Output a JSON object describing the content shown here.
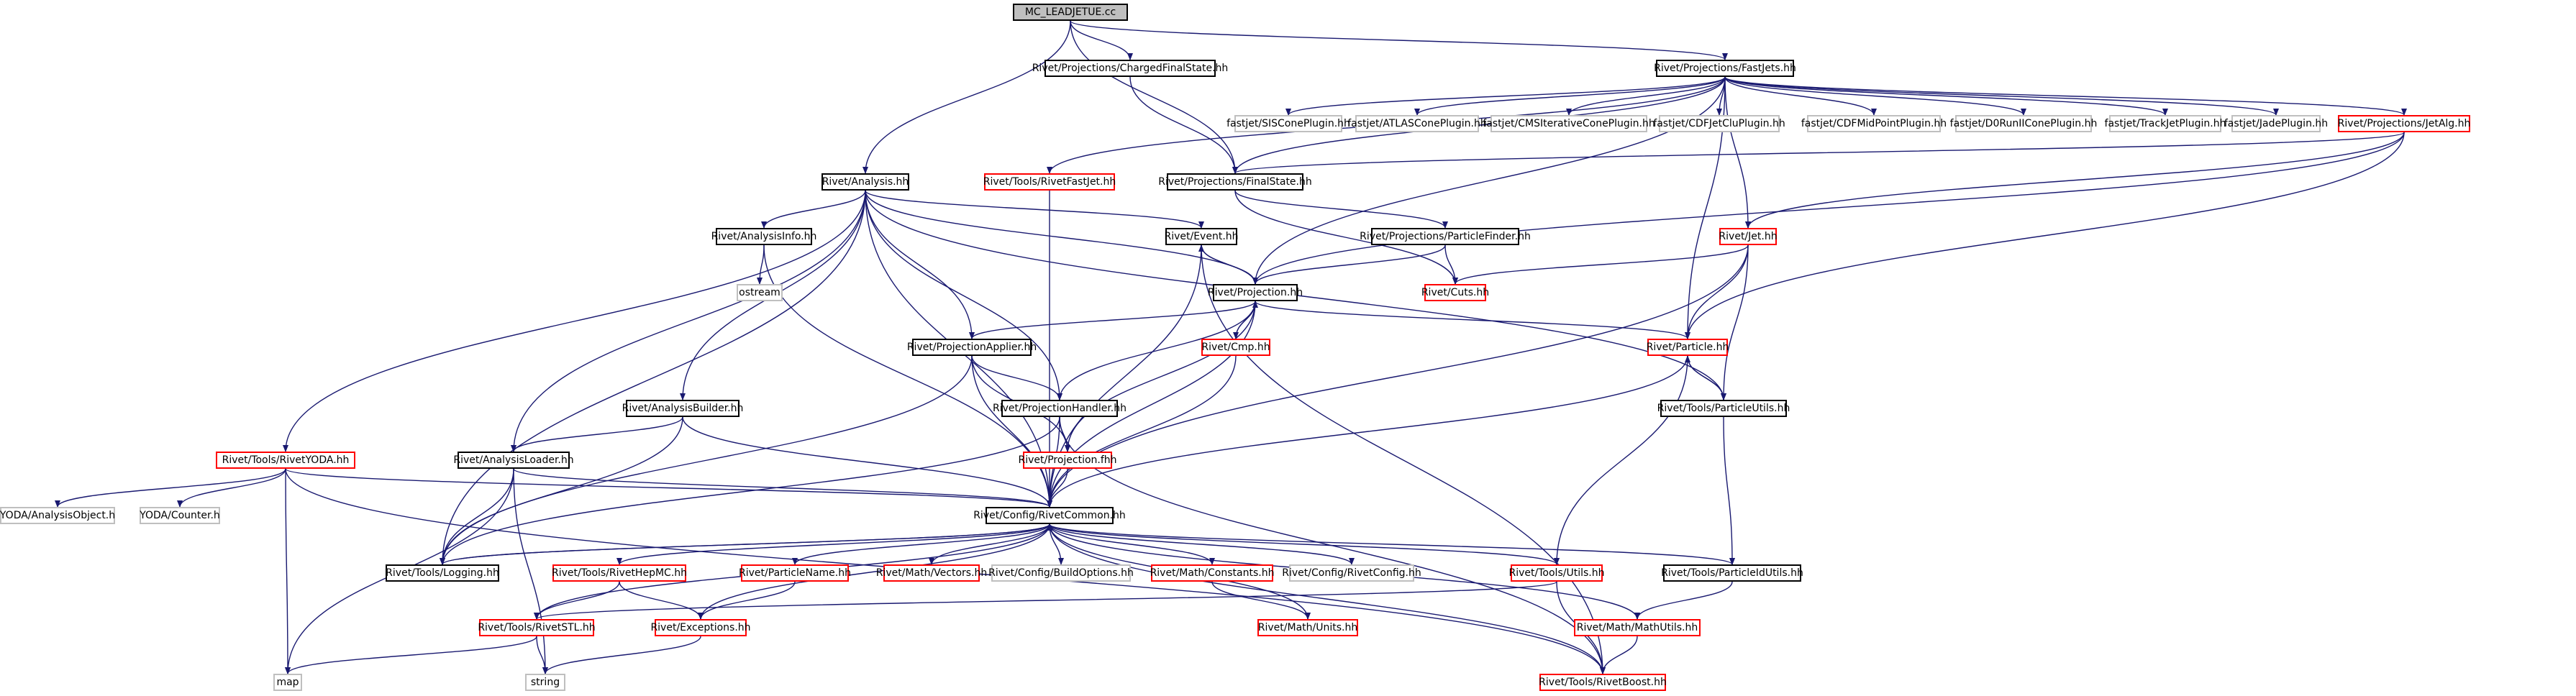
{
  "graph": {
    "root": "MC_LEADJETUE.cc",
    "nodes": [
      {
        "id": "root",
        "label": "MC_LEADJETUE.cc",
        "style": "root"
      },
      {
        "id": "cfs",
        "label": "Rivet/Projections/ChargedFinalState.hh",
        "style": "black"
      },
      {
        "id": "fastjets",
        "label": "Rivet/Projections/FastJets.hh",
        "style": "black"
      },
      {
        "id": "siscone",
        "label": "fastjet/SISConePlugin.hh",
        "style": "gray"
      },
      {
        "id": "atlascone",
        "label": "fastjet/ATLASConePlugin.hh",
        "style": "gray"
      },
      {
        "id": "cmsit",
        "label": "fastjet/CMSIterativeConePlugin.hh",
        "style": "gray"
      },
      {
        "id": "cdfjetclu",
        "label": "fastjet/CDFJetCluPlugin.hh",
        "style": "gray"
      },
      {
        "id": "cdfmidpoint",
        "label": "fastjet/CDFMidPointPlugin.hh",
        "style": "gray"
      },
      {
        "id": "d0run2",
        "label": "fastjet/D0RunIIConePlugin.hh",
        "style": "gray"
      },
      {
        "id": "trackjet",
        "label": "fastjet/TrackJetPlugin.hh",
        "style": "gray"
      },
      {
        "id": "jade",
        "label": "fastjet/JadePlugin.hh",
        "style": "gray"
      },
      {
        "id": "jetalg",
        "label": "Rivet/Projections/JetAlg.hh",
        "style": "red"
      },
      {
        "id": "analysis",
        "label": "Rivet/Analysis.hh",
        "style": "black"
      },
      {
        "id": "rivetfastjet",
        "label": "Rivet/Tools/RivetFastJet.hh",
        "style": "red"
      },
      {
        "id": "finalstate",
        "label": "Rivet/Projections/FinalState.hh",
        "style": "black"
      },
      {
        "id": "analysisinfo",
        "label": "Rivet/AnalysisInfo.hh",
        "style": "black"
      },
      {
        "id": "event",
        "label": "Rivet/Event.hh",
        "style": "black"
      },
      {
        "id": "particlefinder",
        "label": "Rivet/Projections/ParticleFinder.hh",
        "style": "black"
      },
      {
        "id": "jet",
        "label": "Rivet/Jet.hh",
        "style": "red"
      },
      {
        "id": "ostream",
        "label": "ostream",
        "style": "gray"
      },
      {
        "id": "projection",
        "label": "Rivet/Projection.hh",
        "style": "black"
      },
      {
        "id": "cuts",
        "label": "Rivet/Cuts.hh",
        "style": "red"
      },
      {
        "id": "projapplier",
        "label": "Rivet/ProjectionApplier.hh",
        "style": "black"
      },
      {
        "id": "cmp",
        "label": "Rivet/Cmp.hh",
        "style": "red"
      },
      {
        "id": "particle",
        "label": "Rivet/Particle.hh",
        "style": "red"
      },
      {
        "id": "analysisbuilder",
        "label": "Rivet/AnalysisBuilder.hh",
        "style": "black"
      },
      {
        "id": "projhandler",
        "label": "Rivet/ProjectionHandler.hh",
        "style": "black"
      },
      {
        "id": "particleutils",
        "label": "Rivet/Tools/ParticleUtils.hh",
        "style": "black"
      },
      {
        "id": "rivetyoda",
        "label": "Rivet/Tools/RivetYODA.hh",
        "style": "red"
      },
      {
        "id": "analysisloader",
        "label": "Rivet/AnalysisLoader.hh",
        "style": "black"
      },
      {
        "id": "projfhh",
        "label": "Rivet/Projection.fhh",
        "style": "red"
      },
      {
        "id": "yodaao",
        "label": "YODA/AnalysisObject.h",
        "style": "gray"
      },
      {
        "id": "yodacounter",
        "label": "YODA/Counter.h",
        "style": "gray"
      },
      {
        "id": "rivetcommon",
        "label": "Rivet/Config/RivetCommon.hh",
        "style": "black"
      },
      {
        "id": "logging",
        "label": "Rivet/Tools/Logging.hh",
        "style": "black"
      },
      {
        "id": "rivethepmc",
        "label": "Rivet/Tools/RivetHepMC.hh",
        "style": "red"
      },
      {
        "id": "particlename",
        "label": "Rivet/ParticleName.hh",
        "style": "red"
      },
      {
        "id": "vectors",
        "label": "Rivet/Math/Vectors.hh",
        "style": "red"
      },
      {
        "id": "buildoptions",
        "label": "Rivet/Config/BuildOptions.hh",
        "style": "gray"
      },
      {
        "id": "constants",
        "label": "Rivet/Math/Constants.hh",
        "style": "red"
      },
      {
        "id": "rivetconfig",
        "label": "Rivet/Config/RivetConfig.hh",
        "style": "gray"
      },
      {
        "id": "utils",
        "label": "Rivet/Tools/Utils.hh",
        "style": "red"
      },
      {
        "id": "particleidutils",
        "label": "Rivet/Tools/ParticleIdUtils.hh",
        "style": "black"
      },
      {
        "id": "rivetstl",
        "label": "Rivet/Tools/RivetSTL.hh",
        "style": "red"
      },
      {
        "id": "exceptions",
        "label": "Rivet/Exceptions.hh",
        "style": "red"
      },
      {
        "id": "units",
        "label": "Rivet/Math/Units.hh",
        "style": "red"
      },
      {
        "id": "mathutils",
        "label": "Rivet/Math/MathUtils.hh",
        "style": "red"
      },
      {
        "id": "map",
        "label": "map",
        "style": "gray"
      },
      {
        "id": "string",
        "label": "string",
        "style": "gray"
      },
      {
        "id": "rivetboost",
        "label": "Rivet/Tools/RivetBoost.hh",
        "style": "red"
      }
    ],
    "edges": [
      [
        "root",
        "cfs"
      ],
      [
        "root",
        "fastjets"
      ],
      [
        "root",
        "analysis"
      ],
      [
        "root",
        "finalstate"
      ],
      [
        "cfs",
        "finalstate"
      ],
      [
        "fastjets",
        "siscone"
      ],
      [
        "fastjets",
        "atlascone"
      ],
      [
        "fastjets",
        "cmsit"
      ],
      [
        "fastjets",
        "cdfjetclu"
      ],
      [
        "fastjets",
        "cdfmidpoint"
      ],
      [
        "fastjets",
        "d0run2"
      ],
      [
        "fastjets",
        "trackjet"
      ],
      [
        "fastjets",
        "jade"
      ],
      [
        "fastjets",
        "jetalg"
      ],
      [
        "fastjets",
        "rivetfastjet"
      ],
      [
        "fastjets",
        "finalstate"
      ],
      [
        "fastjets",
        "jet"
      ],
      [
        "fastjets",
        "particle"
      ],
      [
        "fastjets",
        "projection"
      ],
      [
        "jetalg",
        "finalstate"
      ],
      [
        "jetalg",
        "jet"
      ],
      [
        "jetalg",
        "particle"
      ],
      [
        "jetalg",
        "projection"
      ],
      [
        "analysis",
        "analysisinfo"
      ],
      [
        "analysis",
        "event"
      ],
      [
        "analysis",
        "projection"
      ],
      [
        "analysis",
        "projapplier"
      ],
      [
        "analysis",
        "projhandler"
      ],
      [
        "analysis",
        "analysisbuilder"
      ],
      [
        "analysis",
        "analysisloader"
      ],
      [
        "analysis",
        "rivetyoda"
      ],
      [
        "analysis",
        "rivetcommon"
      ],
      [
        "analysis",
        "logging"
      ],
      [
        "analysis",
        "particleutils"
      ],
      [
        "rivetfastjet",
        "rivetcommon"
      ],
      [
        "finalstate",
        "particlefinder"
      ],
      [
        "finalstate",
        "cuts"
      ],
      [
        "particlefinder",
        "projection"
      ],
      [
        "particlefinder",
        "cuts"
      ],
      [
        "analysisinfo",
        "ostream"
      ],
      [
        "analysisinfo",
        "rivetcommon"
      ],
      [
        "event",
        "projection"
      ],
      [
        "event",
        "rivetcommon"
      ],
      [
        "event",
        "rivetboost"
      ],
      [
        "jet",
        "cuts"
      ],
      [
        "jet",
        "particle"
      ],
      [
        "jet",
        "particleutils"
      ],
      [
        "jet",
        "rivetcommon"
      ],
      [
        "projection",
        "event"
      ],
      [
        "projection",
        "cmp"
      ],
      [
        "projection",
        "projapplier"
      ],
      [
        "projection",
        "projhandler"
      ],
      [
        "projection",
        "projfhh"
      ],
      [
        "projection",
        "rivetcommon"
      ],
      [
        "projection",
        "particle"
      ],
      [
        "cmp",
        "projection"
      ],
      [
        "cmp",
        "rivetcommon"
      ],
      [
        "projapplier",
        "projhandler"
      ],
      [
        "projapplier",
        "projfhh"
      ],
      [
        "projapplier",
        "rivetcommon"
      ],
      [
        "projapplier",
        "logging"
      ],
      [
        "particle",
        "particleutils"
      ],
      [
        "particle",
        "rivetcommon"
      ],
      [
        "particle",
        "utils"
      ],
      [
        "particleutils",
        "particle"
      ],
      [
        "particleutils",
        "particleidutils"
      ],
      [
        "analysisbuilder",
        "analysisloader"
      ],
      [
        "analysisbuilder",
        "rivetcommon"
      ],
      [
        "analysisbuilder",
        "logging"
      ],
      [
        "projhandler",
        "projfhh"
      ],
      [
        "projhandler",
        "rivetcommon"
      ],
      [
        "projhandler",
        "logging"
      ],
      [
        "projhandler",
        "rivetboost"
      ],
      [
        "rivetyoda",
        "yodaao"
      ],
      [
        "rivetyoda",
        "yodacounter"
      ],
      [
        "rivetyoda",
        "rivetcommon"
      ],
      [
        "rivetyoda",
        "map"
      ],
      [
        "rivetyoda",
        "rivetboost"
      ],
      [
        "analysisloader",
        "rivetcommon"
      ],
      [
        "analysisloader",
        "logging"
      ],
      [
        "analysisloader",
        "map"
      ],
      [
        "analysisloader",
        "string"
      ],
      [
        "projfhh",
        "rivetcommon"
      ],
      [
        "rivetcommon",
        "logging"
      ],
      [
        "rivetcommon",
        "rivethepmc"
      ],
      [
        "rivetcommon",
        "particlename"
      ],
      [
        "rivetcommon",
        "vectors"
      ],
      [
        "rivetcommon",
        "buildoptions"
      ],
      [
        "rivetcommon",
        "constants"
      ],
      [
        "rivetcommon",
        "rivetconfig"
      ],
      [
        "rivetcommon",
        "utils"
      ],
      [
        "rivetcommon",
        "particleidutils"
      ],
      [
        "rivetcommon",
        "rivetstl"
      ],
      [
        "rivetcommon",
        "exceptions"
      ],
      [
        "rivetcommon",
        "units"
      ],
      [
        "rivetcommon",
        "mathutils"
      ],
      [
        "rivetcommon",
        "rivetboost"
      ],
      [
        "logging",
        "rivetcommon"
      ],
      [
        "rivethepmc",
        "rivetstl"
      ],
      [
        "rivethepmc",
        "exceptions"
      ],
      [
        "particlename",
        "exceptions"
      ],
      [
        "constants",
        "units"
      ],
      [
        "utils",
        "rivetstl"
      ],
      [
        "utils",
        "rivetboost"
      ],
      [
        "particleidutils",
        "mathutils"
      ],
      [
        "rivetstl",
        "map"
      ],
      [
        "rivetstl",
        "string"
      ],
      [
        "exceptions",
        "string"
      ],
      [
        "mathutils",
        "rivetboost"
      ]
    ]
  }
}
